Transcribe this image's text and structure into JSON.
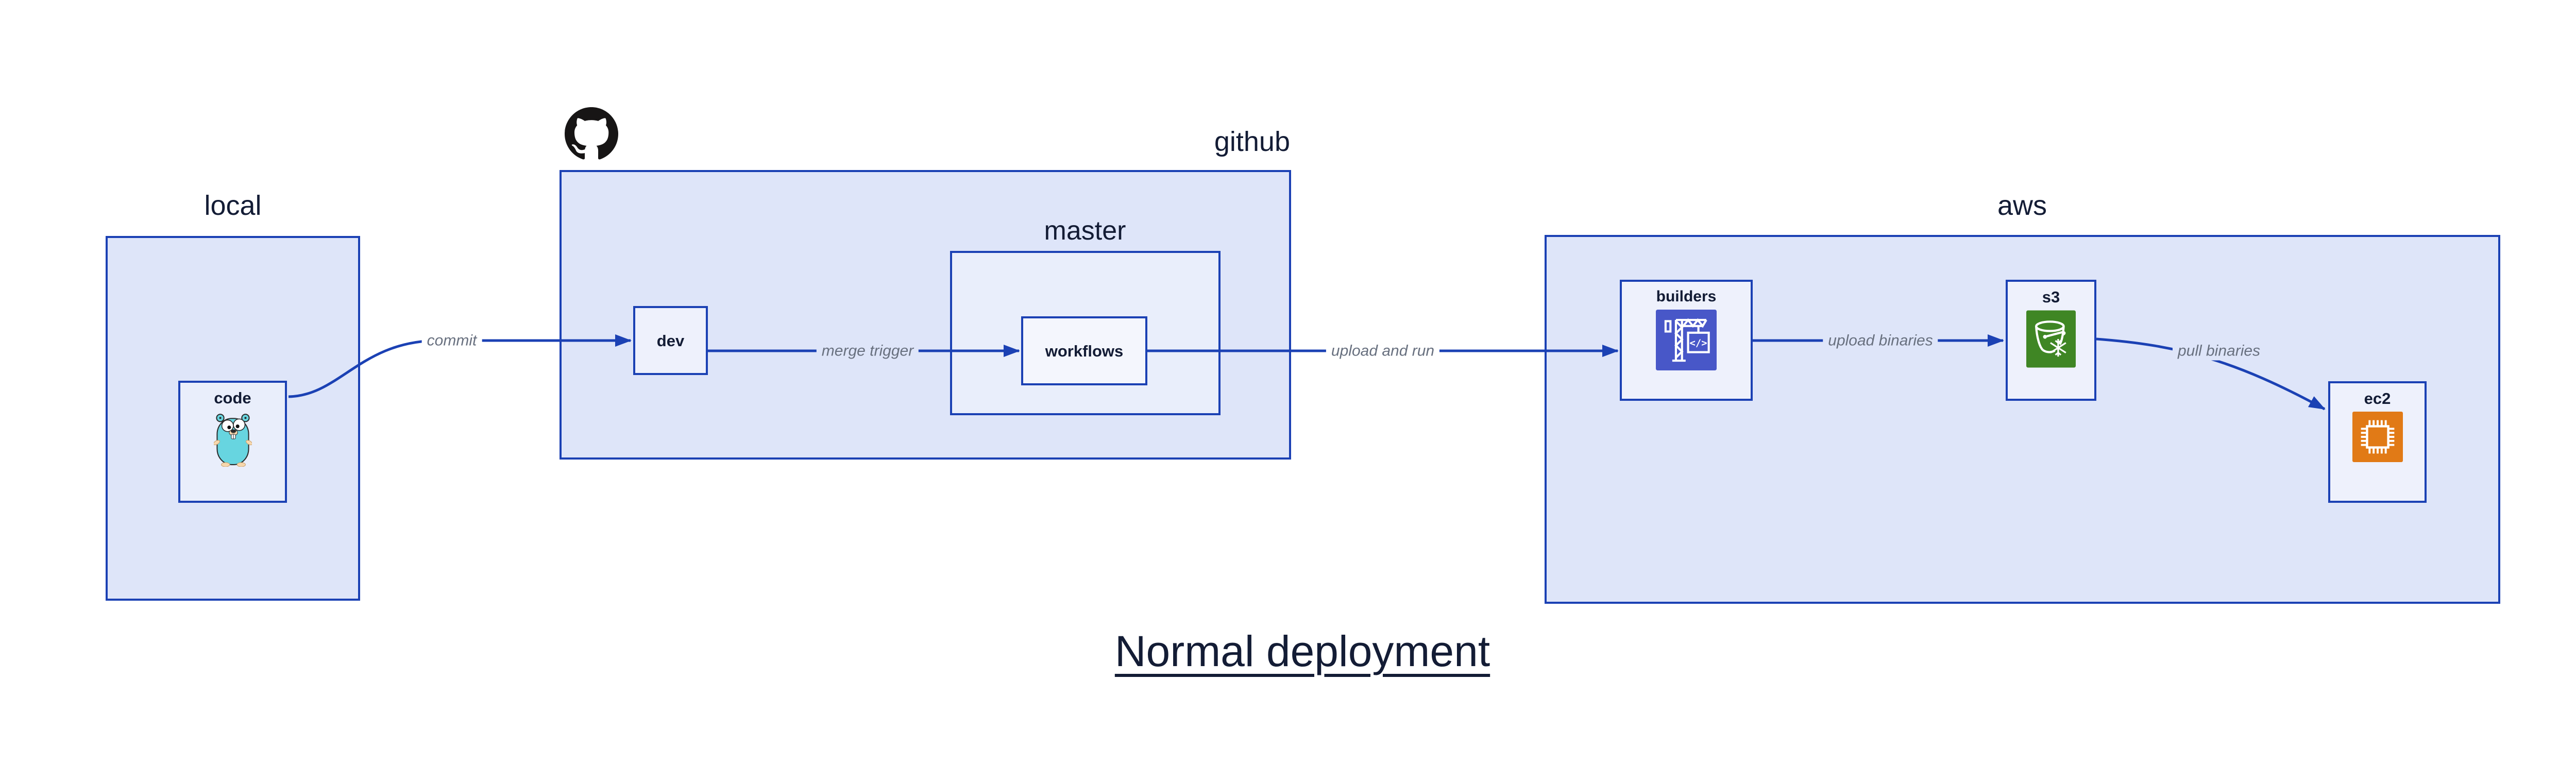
{
  "title": {
    "text": "Normal deployment"
  },
  "groups": {
    "local": {
      "label": "local"
    },
    "github": {
      "label": "github"
    },
    "master": {
      "label": "master"
    },
    "aws": {
      "label": "aws"
    }
  },
  "nodes": {
    "code": {
      "label": "code",
      "icon": "go-gopher-icon"
    },
    "dev": {
      "label": "dev"
    },
    "workflows": {
      "label": "workflows"
    },
    "builders": {
      "label": "builders",
      "icon": "aws-codebuild-crane-icon"
    },
    "s3": {
      "label": "s3",
      "icon": "aws-s3-bucket-snowflake-icon"
    },
    "ec2": {
      "label": "ec2",
      "icon": "aws-ec2-chip-icon"
    }
  },
  "edges": {
    "commit": {
      "label": "commit",
      "from": "code",
      "to": "dev"
    },
    "merge_trigger": {
      "label": "merge trigger",
      "from": "dev",
      "to": "workflows"
    },
    "upload_and_run": {
      "label": "upload and run",
      "from": "workflows",
      "to": "builders"
    },
    "upload_binaries": {
      "label": "upload binaries",
      "from": "builders",
      "to": "s3"
    },
    "pull_binaries": {
      "label": "pull binaries",
      "from": "s3",
      "to": "ec2"
    }
  },
  "icons": {
    "codebuild_code_glyph": "</>"
  },
  "colors": {
    "arrow_and_border_blue": "#1b41b4",
    "group_fill": "#dee5f9",
    "mid_fill": "#e9eefb",
    "node_fill": "#eef1fc",
    "edge_label_gray": "#68707f",
    "text_navy": "#131c35",
    "codebuild_indigo": "#4857c8",
    "s3_green": "#3f8624",
    "ec2_orange": "#e17a16",
    "octocat_black": "#171515",
    "gopher_teal": "#67d5e0"
  }
}
